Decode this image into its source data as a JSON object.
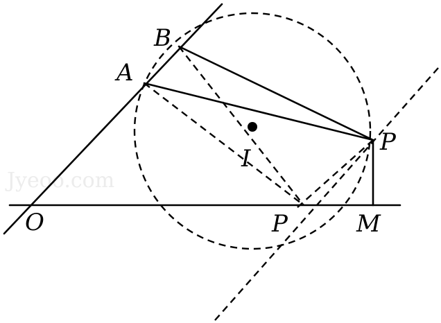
{
  "labels": {
    "O": "O",
    "A": "A",
    "B": "B",
    "P": "P",
    "I": "I",
    "P_foot": "P",
    "M": "M"
  },
  "watermark": "Jyeoo.com"
}
